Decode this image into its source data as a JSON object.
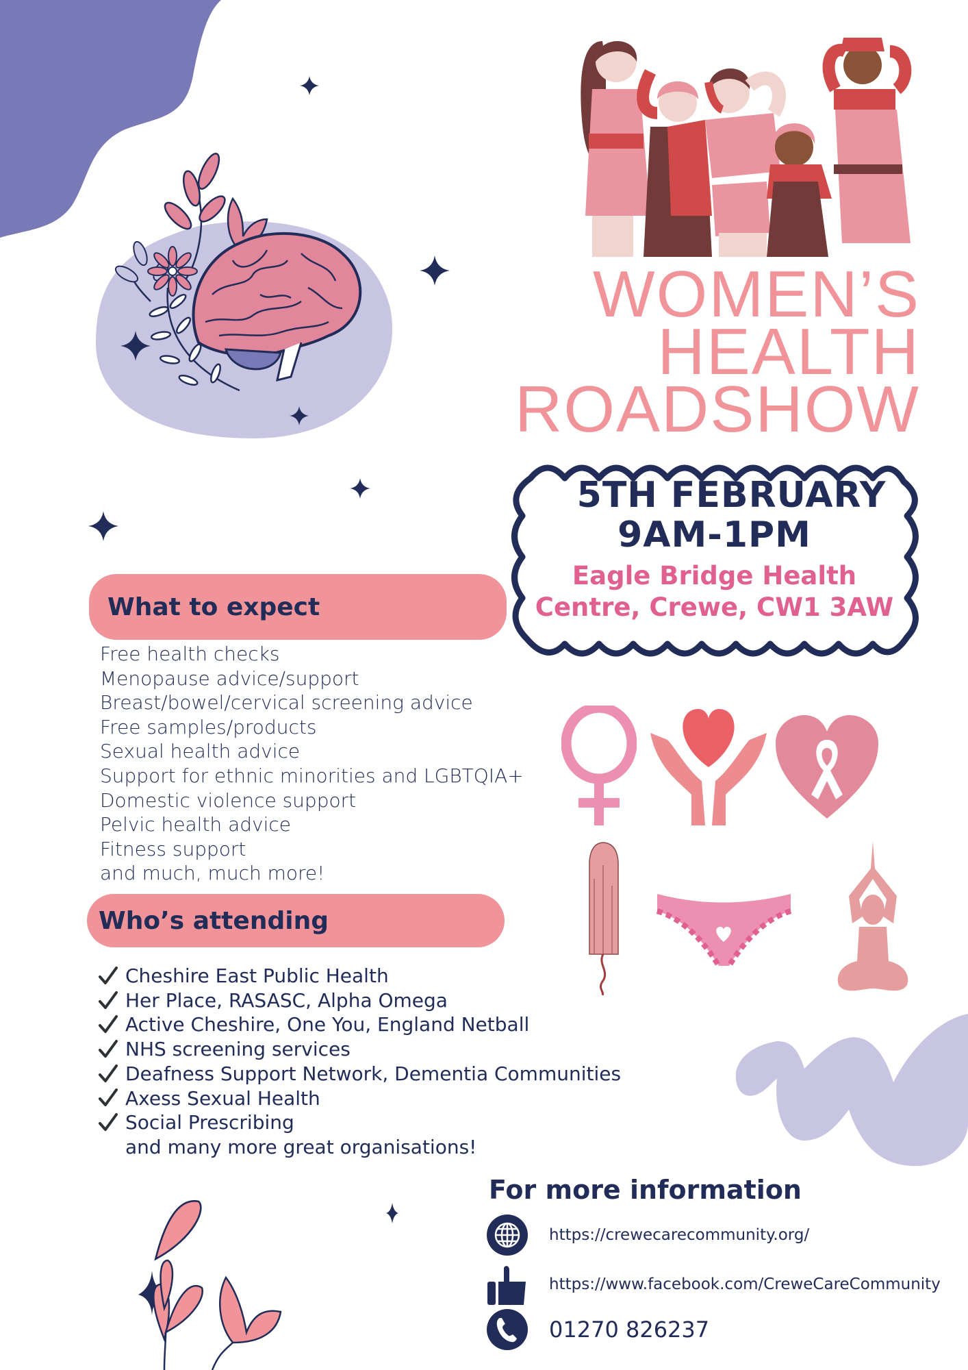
{
  "event": {
    "title_lines": [
      "WOMEN’S",
      "HEALTH",
      "ROADSHOW"
    ],
    "date": "5TH FEBRUARY",
    "time": "9AM-1PM",
    "venue_line1": "Eagle Bridge Health",
    "venue_line2": "Centre, Crewe, CW1 3AW"
  },
  "what_to_expect": {
    "heading": "What to expect",
    "items": [
      "Free health checks",
      "Menopause advice/support",
      "Breast/bowel/cervical screening advice",
      "Free samples/products",
      "Sexual health advice",
      "Support for ethnic minorities and LGBTQIA+",
      "Domestic violence support",
      "Pelvic health advice",
      "Fitness support",
      "and much, much more!"
    ]
  },
  "whos_attending": {
    "heading": "Who’s attending",
    "items": [
      "Cheshire East Public Health",
      "Her Place, RASASC, Alpha Omega",
      "Active Cheshire, One You, England Netball",
      "NHS screening services",
      "Deafness Support Network, Dementia Communities",
      "Axess Sexual Health",
      "Social Prescribing"
    ],
    "footer": "and many more great organisations!"
  },
  "contact": {
    "heading": "For more information",
    "website": {
      "icon": "globe-icon",
      "text": "https://crewecarecommunity.org/"
    },
    "facebook": {
      "icon": "thumbs-up-icon",
      "text": "https://www.facebook.com/CreweCareCommunity"
    },
    "phone": {
      "icon": "phone-icon",
      "text": "01270 826237"
    }
  },
  "illustrations": {
    "top_right": "group-of-women-illustration",
    "top_left": "brain-with-flowers-illustration",
    "icons": [
      "female-symbol-icon",
      "hands-holding-heart-icon",
      "ribbon-heart-icon",
      "tampon-icon",
      "underwear-icon",
      "yoga-pose-icon"
    ],
    "bottom_left": "flowers-illustration"
  },
  "colors": {
    "navy": "#212c58",
    "title_pink": "#f0949a",
    "venue_pink": "#e0608f",
    "pill_pink": "#f0949a",
    "purple_blob": "#7a79b8",
    "lavender_blob": "#c8c5e3"
  }
}
